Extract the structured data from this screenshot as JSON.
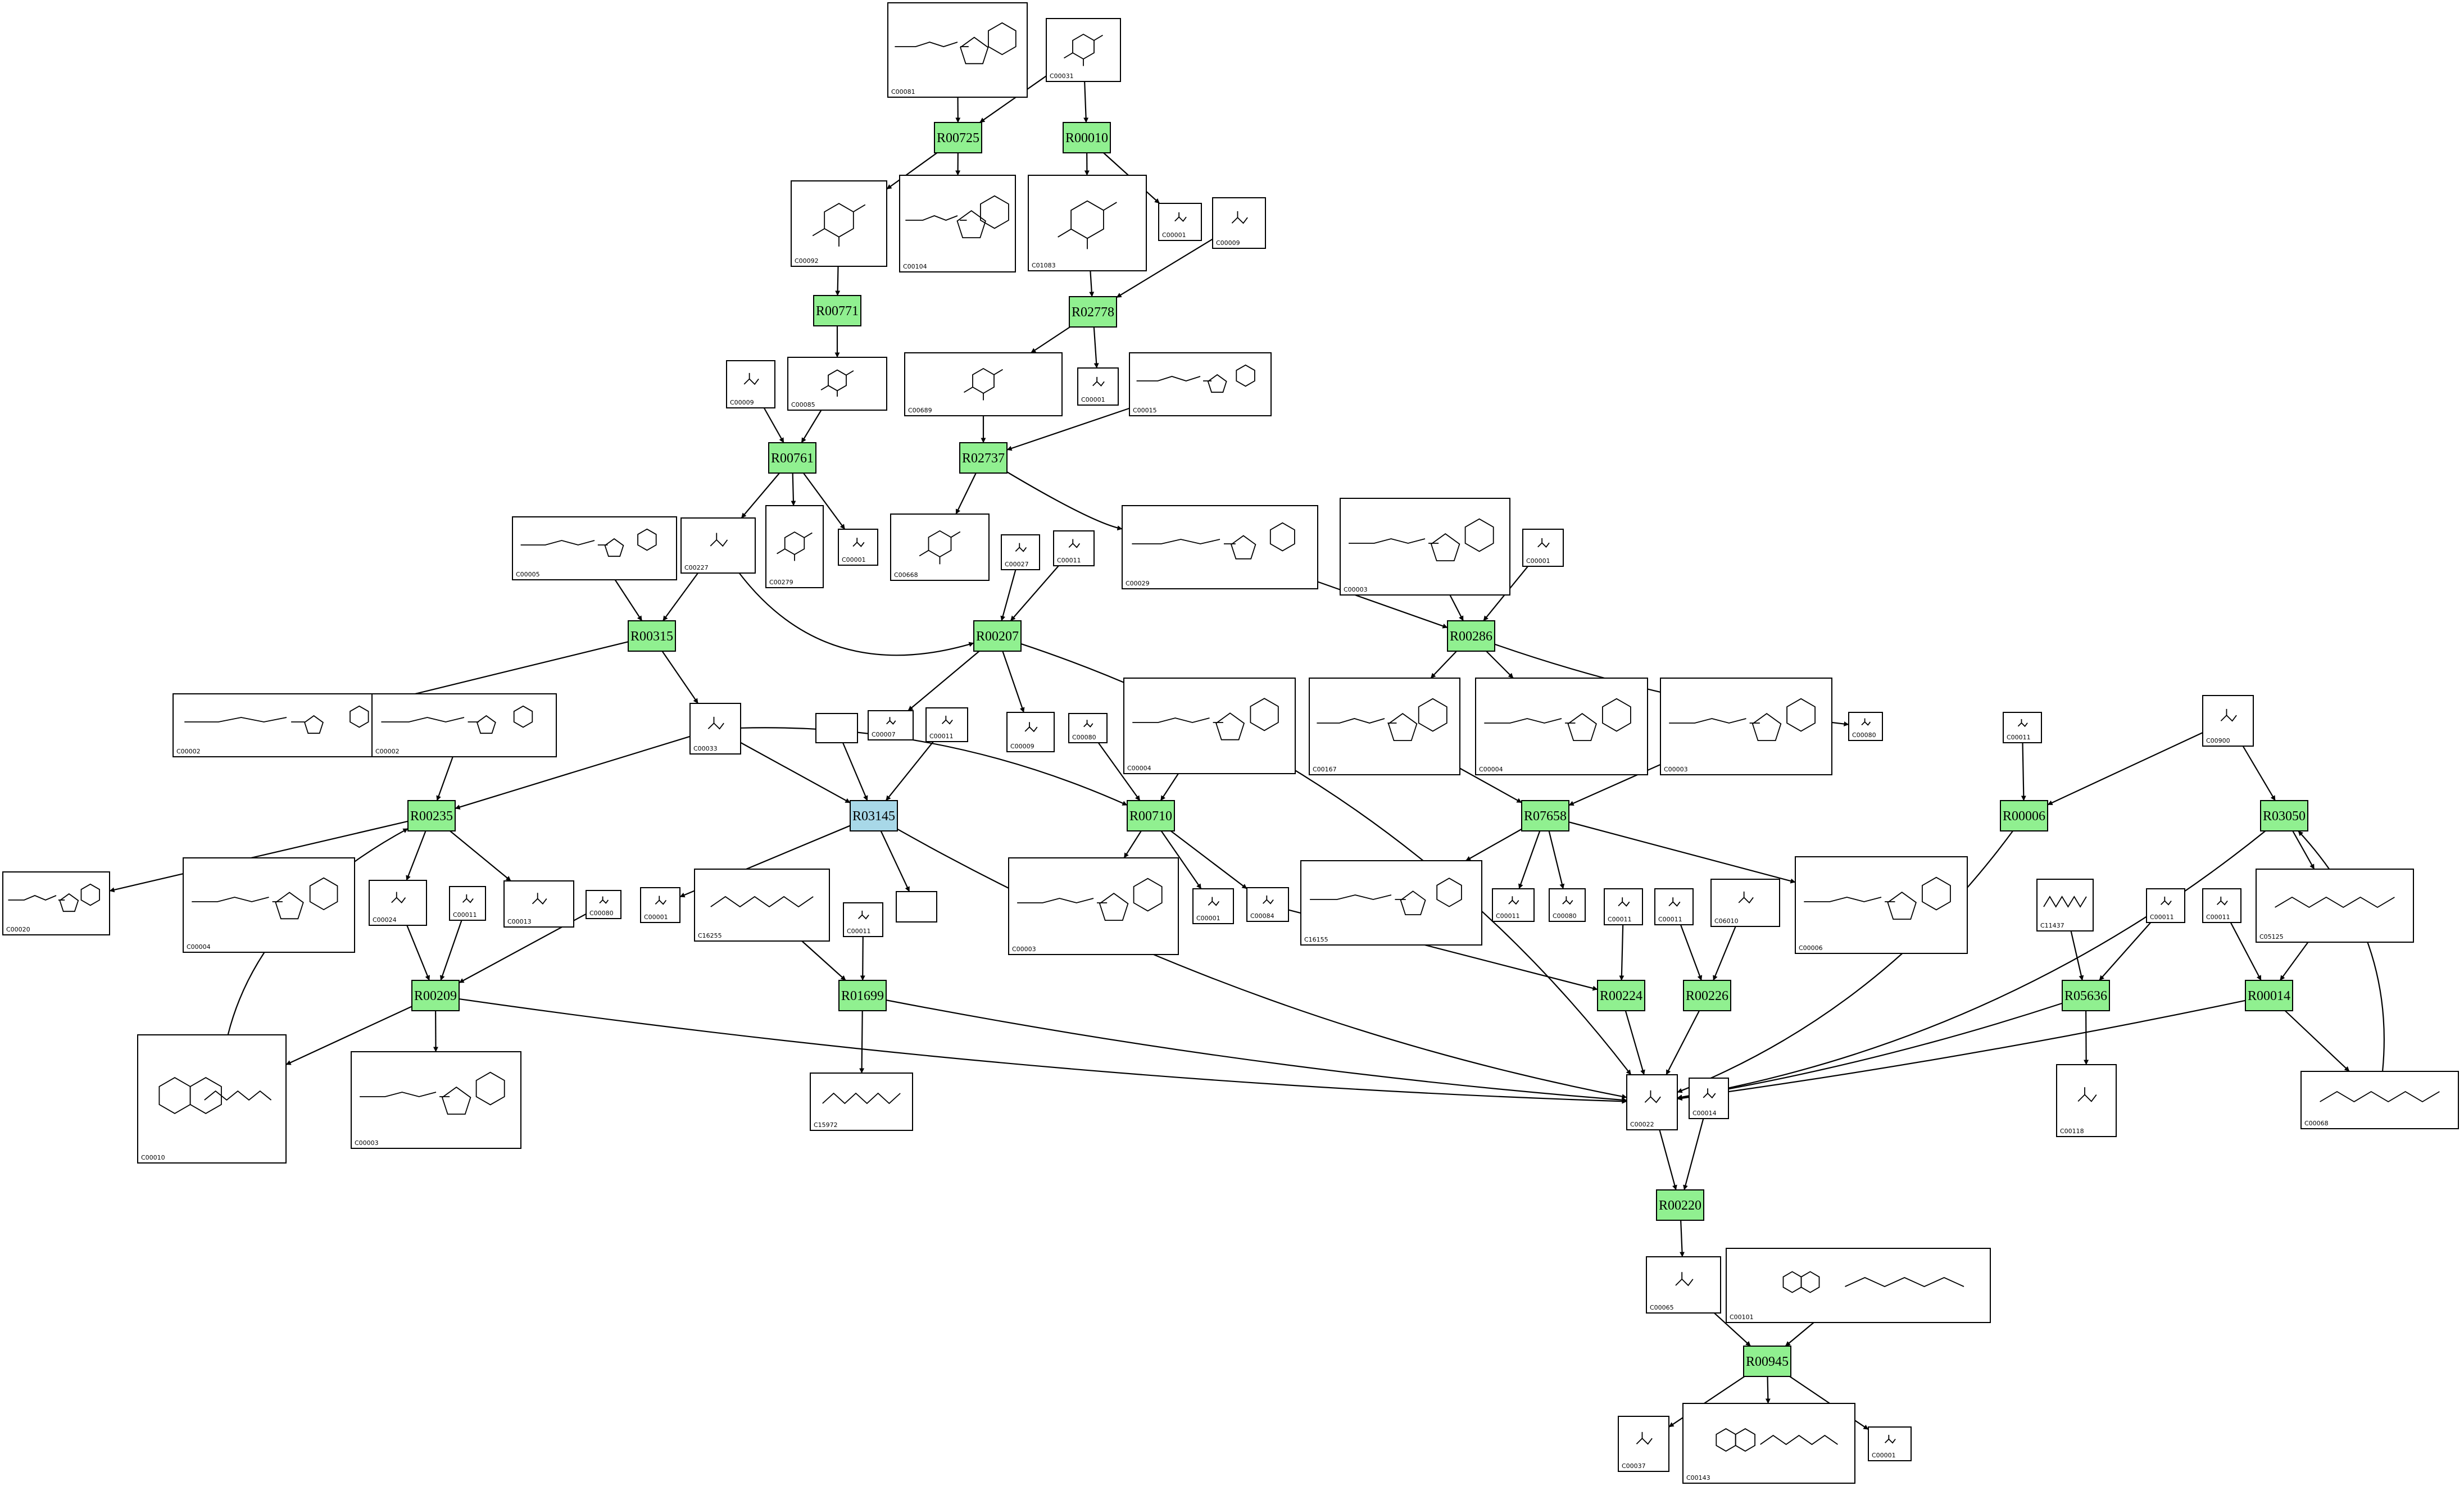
{
  "colors": {
    "reaction_fill": "#90f090",
    "reaction_highlight_fill": "#a8d8e8",
    "compound_fill": "#ffffff",
    "stroke": "#000000"
  },
  "reactions": [
    {
      "id": "R00725"
    },
    {
      "id": "R00010"
    },
    {
      "id": "R00771"
    },
    {
      "id": "R02778"
    },
    {
      "id": "R00761"
    },
    {
      "id": "R02737"
    },
    {
      "id": "R00315"
    },
    {
      "id": "R00207"
    },
    {
      "id": "R00286"
    },
    {
      "id": "R00235"
    },
    {
      "id": "R03145",
      "highlight": true
    },
    {
      "id": "R00710"
    },
    {
      "id": "R07658"
    },
    {
      "id": "R00006"
    },
    {
      "id": "R03050"
    },
    {
      "id": "R00209"
    },
    {
      "id": "R01699"
    },
    {
      "id": "R00224"
    },
    {
      "id": "R00226"
    },
    {
      "id": "R05636"
    },
    {
      "id": "R00014"
    },
    {
      "id": "R00220"
    },
    {
      "id": "R00945"
    }
  ],
  "compounds": [
    {
      "key": "c1",
      "id": "C00081",
      "structure": "nucleotide"
    },
    {
      "key": "c2",
      "id": "C00031",
      "structure": "sugar"
    },
    {
      "key": "c3",
      "id": "C00092",
      "structure": "sugar"
    },
    {
      "key": "c4",
      "id": "C00104",
      "structure": "nucleotide"
    },
    {
      "key": "c5",
      "id": "C01083",
      "structure": "sugar"
    },
    {
      "key": "c6",
      "id": "C00001",
      "structure": "small"
    },
    {
      "key": "c7",
      "id": "C00009",
      "structure": "small"
    },
    {
      "key": "c8",
      "id": "C00009",
      "structure": "small"
    },
    {
      "key": "c9",
      "id": "C00085",
      "structure": "sugar"
    },
    {
      "key": "c10",
      "id": "C00689",
      "structure": "sugar"
    },
    {
      "key": "c11",
      "id": "C00001",
      "structure": "small"
    },
    {
      "key": "c12",
      "id": "C00015",
      "structure": "nucleotide"
    },
    {
      "key": "c13",
      "id": "C00005",
      "structure": "nucleotide"
    },
    {
      "key": "c14",
      "id": "C00227",
      "structure": "small"
    },
    {
      "key": "c15",
      "id": "C00279",
      "structure": "sugar"
    },
    {
      "key": "c16",
      "id": "C00001",
      "structure": "small"
    },
    {
      "key": "c17",
      "id": "C00668",
      "structure": "sugar"
    },
    {
      "key": "c18",
      "id": "C00027",
      "structure": "small"
    },
    {
      "key": "c19",
      "id": "C00011",
      "structure": "small"
    },
    {
      "key": "c20",
      "id": "C00029",
      "structure": "nucleotide"
    },
    {
      "key": "c21",
      "id": "C00003",
      "structure": "nucleotide"
    },
    {
      "key": "c22",
      "id": "C00001",
      "structure": "small"
    },
    {
      "key": "c23",
      "id": "C00002",
      "structure": "nucleotide"
    },
    {
      "key": "c24",
      "id": "C00002",
      "structure": "nucleotide"
    },
    {
      "key": "c25",
      "id": "C00033",
      "structure": "small"
    },
    {
      "key": "c26",
      "id": "",
      "structure": "blank"
    },
    {
      "key": "c27",
      "id": "C00007",
      "structure": "small"
    },
    {
      "key": "c28",
      "id": "C00011",
      "structure": "small"
    },
    {
      "key": "c29",
      "id": "C00009",
      "structure": "small"
    },
    {
      "key": "c30",
      "id": "C00080",
      "structure": "small"
    },
    {
      "key": "c31",
      "id": "C00004",
      "structure": "nucleotide"
    },
    {
      "key": "c32",
      "id": "C00167",
      "structure": "nucleotide"
    },
    {
      "key": "c33",
      "id": "C00004",
      "structure": "nucleotide"
    },
    {
      "key": "c34",
      "id": "C00003",
      "structure": "nucleotide"
    },
    {
      "key": "c35",
      "id": "C00080",
      "structure": "small"
    },
    {
      "key": "c36",
      "id": "C00011",
      "structure": "small"
    },
    {
      "key": "c37",
      "id": "C00900",
      "structure": "small"
    },
    {
      "key": "c38",
      "id": "C00020",
      "structure": "nucleotide"
    },
    {
      "key": "c39",
      "id": "C00004",
      "structure": "nucleotide"
    },
    {
      "key": "c40",
      "id": "C00024",
      "structure": "small"
    },
    {
      "key": "c41",
      "id": "C00011",
      "structure": "small"
    },
    {
      "key": "c42",
      "id": "C00013",
      "structure": "small"
    },
    {
      "key": "c43",
      "id": "C00080",
      "structure": "small"
    },
    {
      "key": "c44",
      "id": "C00001",
      "structure": "small"
    },
    {
      "key": "c45",
      "id": "C16255",
      "structure": "chain"
    },
    {
      "key": "c46",
      "id": "C00011",
      "structure": "small"
    },
    {
      "key": "c47",
      "id": "",
      "structure": "blank"
    },
    {
      "key": "c48",
      "id": "C00003",
      "structure": "nucleotide"
    },
    {
      "key": "c49",
      "id": "C00001",
      "structure": "small"
    },
    {
      "key": "c50",
      "id": "C00084",
      "structure": "small"
    },
    {
      "key": "c51",
      "id": "C16155",
      "structure": "nucleotide"
    },
    {
      "key": "c52",
      "id": "C00011",
      "structure": "small"
    },
    {
      "key": "c53",
      "id": "C00080",
      "structure": "small"
    },
    {
      "key": "c54",
      "id": "C00011",
      "structure": "small"
    },
    {
      "key": "c55",
      "id": "C00011",
      "structure": "small"
    },
    {
      "key": "c56",
      "id": "C06010",
      "structure": "small"
    },
    {
      "key": "c57",
      "id": "C00006",
      "structure": "nucleotide"
    },
    {
      "key": "c58",
      "id": "C11437",
      "structure": "chain"
    },
    {
      "key": "c59",
      "id": "C00011",
      "structure": "small"
    },
    {
      "key": "c60",
      "id": "C00011",
      "structure": "small"
    },
    {
      "key": "c61",
      "id": "C05125",
      "structure": "chain"
    },
    {
      "key": "c62",
      "id": "C00010",
      "structure": "cofactor"
    },
    {
      "key": "c63",
      "id": "C00003",
      "structure": "nucleotide"
    },
    {
      "key": "c64",
      "id": "C15972",
      "structure": "chain"
    },
    {
      "key": "c65",
      "id": "C00022",
      "structure": "small"
    },
    {
      "key": "c66",
      "id": "C00014",
      "structure": "small"
    },
    {
      "key": "c67",
      "id": "C00118",
      "structure": "small"
    },
    {
      "key": "c68",
      "id": "C00068",
      "structure": "chain"
    },
    {
      "key": "c69",
      "id": "C00065",
      "structure": "small"
    },
    {
      "key": "c70",
      "id": "C00101",
      "structure": "cofactor"
    },
    {
      "key": "c71",
      "id": "C00037",
      "structure": "small"
    },
    {
      "key": "c72",
      "id": "C00143",
      "structure": "cofactor"
    },
    {
      "key": "c73",
      "id": "C00001",
      "structure": "small"
    }
  ],
  "edges": [
    [
      "c1",
      "R00725"
    ],
    [
      "c2",
      "R00725"
    ],
    [
      "c2",
      "R00010"
    ],
    [
      "R00725",
      "c3"
    ],
    [
      "R00725",
      "c4"
    ],
    [
      "R00010",
      "c5"
    ],
    [
      "R00010",
      "c6"
    ],
    [
      "c3",
      "R00771"
    ],
    [
      "R00771",
      "c9"
    ],
    [
      "c5",
      "R02778"
    ],
    [
      "c7",
      "R02778"
    ],
    [
      "R02778",
      "c10"
    ],
    [
      "R02778",
      "c11"
    ],
    [
      "c8",
      "R00761"
    ],
    [
      "c9",
      "R00761"
    ],
    [
      "R00761",
      "c14"
    ],
    [
      "R00761",
      "c15"
    ],
    [
      "R00761",
      "c16"
    ],
    [
      "c10",
      "R02737"
    ],
    [
      "c12",
      "R02737"
    ],
    [
      "R02737",
      "c17"
    ],
    [
      "R02737",
      "c20"
    ],
    [
      "c13",
      "R00315"
    ],
    [
      "c14",
      "R00315"
    ],
    [
      "c14",
      "R00207"
    ],
    [
      "c18",
      "R00207"
    ],
    [
      "c19",
      "R00207"
    ],
    [
      "c20",
      "R00286"
    ],
    [
      "c21",
      "R00286"
    ],
    [
      "c22",
      "R00286"
    ],
    [
      "R00315",
      "c23"
    ],
    [
      "R00315",
      "c25"
    ],
    [
      "R00207",
      "c27"
    ],
    [
      "R00207",
      "c29"
    ],
    [
      "R00207",
      "c65"
    ],
    [
      "R00286",
      "c32"
    ],
    [
      "R00286",
      "c33"
    ],
    [
      "R00286",
      "c35"
    ],
    [
      "c24",
      "R00235"
    ],
    [
      "c25",
      "R00235"
    ],
    [
      "c25",
      "R03145"
    ],
    [
      "c25",
      "R00710"
    ],
    [
      "c26",
      "R03145"
    ],
    [
      "c28",
      "R03145"
    ],
    [
      "R03145",
      "c47"
    ],
    [
      "R03145",
      "c44"
    ],
    [
      "R03145",
      "c65"
    ],
    [
      "c30",
      "R00710"
    ],
    [
      "c31",
      "R00710"
    ],
    [
      "R00710",
      "c48"
    ],
    [
      "R00710",
      "c49"
    ],
    [
      "R00710",
      "c50"
    ],
    [
      "c32",
      "R07658"
    ],
    [
      "c34",
      "R07658"
    ],
    [
      "R07658",
      "c51"
    ],
    [
      "R07658",
      "c52"
    ],
    [
      "R07658",
      "c53"
    ],
    [
      "R07658",
      "c57"
    ],
    [
      "c36",
      "R00006"
    ],
    [
      "c37",
      "R00006"
    ],
    [
      "c37",
      "R03050"
    ],
    [
      "R00006",
      "c65"
    ],
    [
      "R03050",
      "c61"
    ],
    [
      "R03050",
      "c65"
    ],
    [
      "R00235",
      "c38"
    ],
    [
      "R00235",
      "c40"
    ],
    [
      "R00235",
      "c42"
    ],
    [
      "c40",
      "R00209"
    ],
    [
      "c41",
      "R00209"
    ],
    [
      "c43",
      "R00209"
    ],
    [
      "R00209",
      "c62"
    ],
    [
      "R00209",
      "c63"
    ],
    [
      "R00209",
      "c65"
    ],
    [
      "c62",
      "R00235"
    ],
    [
      "c45",
      "R01699"
    ],
    [
      "c46",
      "R01699"
    ],
    [
      "R01699",
      "c64"
    ],
    [
      "R01699",
      "c65"
    ],
    [
      "c50",
      "R00224"
    ],
    [
      "c54",
      "R00224"
    ],
    [
      "R00224",
      "c65"
    ],
    [
      "c55",
      "R00226"
    ],
    [
      "c56",
      "R00226"
    ],
    [
      "R00226",
      "c65"
    ],
    [
      "c58",
      "R05636"
    ],
    [
      "c59",
      "R05636"
    ],
    [
      "R05636",
      "c67"
    ],
    [
      "R05636",
      "c65"
    ],
    [
      "c60",
      "R00014"
    ],
    [
      "c61",
      "R00014"
    ],
    [
      "R00014",
      "c68"
    ],
    [
      "R00014",
      "c65"
    ],
    [
      "c68",
      "R03050"
    ],
    [
      "c65",
      "R00220"
    ],
    [
      "c66",
      "R00220"
    ],
    [
      "R00220",
      "c69"
    ],
    [
      "c69",
      "R00945"
    ],
    [
      "c70",
      "R00945"
    ],
    [
      "R00945",
      "c71"
    ],
    [
      "R00945",
      "c72"
    ],
    [
      "R00945",
      "c73"
    ]
  ]
}
